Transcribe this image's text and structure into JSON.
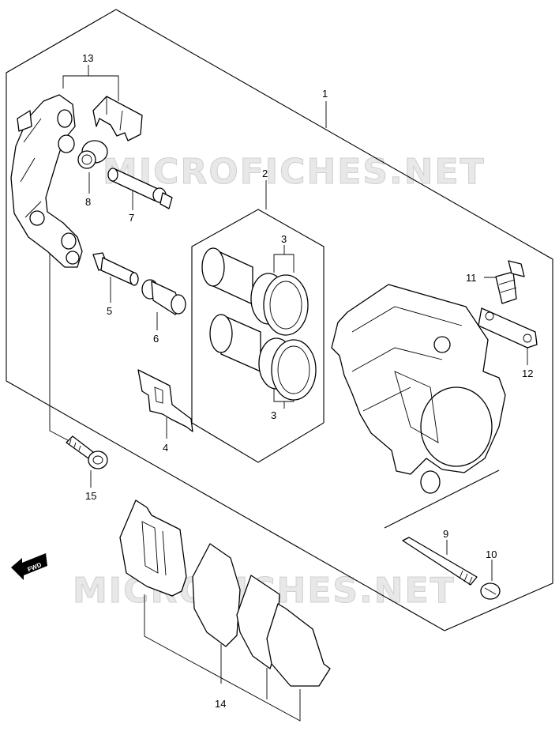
{
  "watermarks": [
    "MICROFICHES.NET",
    "MICROFICHES.NET"
  ],
  "direction_arrow": {
    "label": "FWD",
    "icon": "forward-arrow-icon"
  },
  "callouts": {
    "c1": "1",
    "c2": "2",
    "c3a": "3",
    "c3b": "3",
    "c4": "4",
    "c5": "5",
    "c6": "6",
    "c7": "7",
    "c8": "8",
    "c9": "9",
    "c10": "10",
    "c11": "11",
    "c12": "12",
    "c13": "13",
    "c14": "14",
    "c15": "15"
  }
}
